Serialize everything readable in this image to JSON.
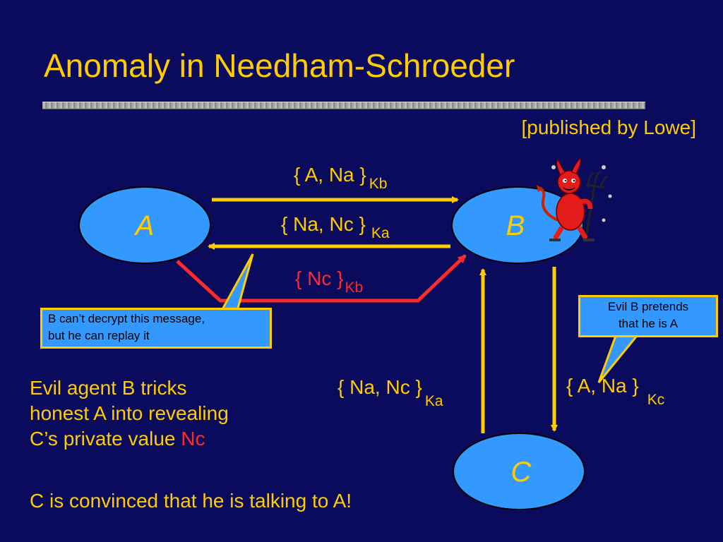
{
  "slide": {
    "title": "Anomaly in Needham-Schroeder",
    "credit": "[published by Lowe]"
  },
  "nodes": {
    "a": "A",
    "b": "B",
    "c": "C"
  },
  "messages": {
    "m1": {
      "text": "{ A, Na }",
      "key": "Kb"
    },
    "m2": {
      "text": "{ Na, Nc }",
      "key": "Ka"
    },
    "m3": {
      "text": "{ Nc }",
      "key": "Kb"
    },
    "m4": {
      "text": "{ Na, Nc }",
      "key": "Ka"
    },
    "m5": {
      "text": "{ A, Na }",
      "key": "Kc"
    }
  },
  "notes": {
    "left": {
      "line1": "B can’t decrypt this message,",
      "line2": "but he can replay it"
    },
    "right": {
      "line1": "Evil B pretends",
      "line2": "that he is A"
    }
  },
  "body": {
    "line1": "Evil agent B tricks",
    "line2": "honest A into revealing",
    "line3_prefix": "C’s private value ",
    "line3_highlight": "Nc",
    "conclusion": "C is convinced that he is talking to A!"
  },
  "icons": {
    "devil": "devil-icon"
  },
  "colors": {
    "background": "#0b0b5e",
    "text": "#ffcc00",
    "accent": "#ff2a2a",
    "node": "#3399ff",
    "note": "#3399ff"
  }
}
